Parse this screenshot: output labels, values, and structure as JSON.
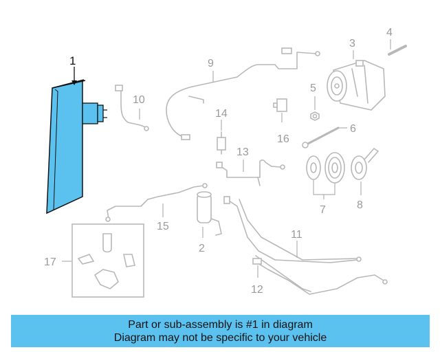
{
  "diagram": {
    "callouts": {
      "c1": "1",
      "c2": "2",
      "c3": "3",
      "c4": "4",
      "c5": "5",
      "c6": "6",
      "c7": "7",
      "c8": "8",
      "c9": "9",
      "c10": "10",
      "c11": "11",
      "c12": "12",
      "c13": "13",
      "c14": "14",
      "c15": "15",
      "c16": "16",
      "c17": "17"
    },
    "highlight_part": "1",
    "colors": {
      "highlight": "#5bc2f0",
      "line": "#b8b8b8",
      "banner": "#5bc2f0"
    }
  },
  "banner": {
    "line1": "Part or sub-assembly is #1 in diagram",
    "line2": "Diagram may not be specific to your vehicle"
  }
}
